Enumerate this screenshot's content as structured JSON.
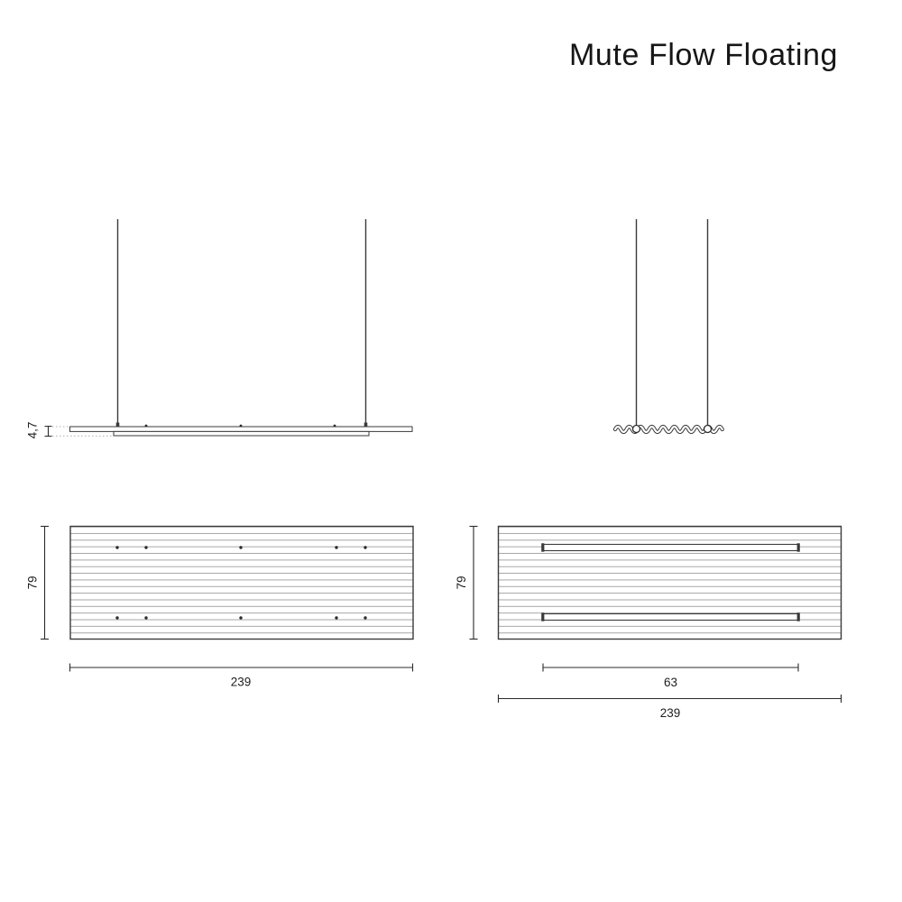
{
  "title": "Mute Flow Floating",
  "colors": {
    "line": "#3a3a3a",
    "stripe": "#9c9c9c",
    "leader": "#b0b0b0",
    "text": "#1d1d1d",
    "background": "#ffffff"
  },
  "views": {
    "side_view": {
      "label": "suspended panel side view",
      "thickness": "4,7"
    },
    "front_view": {
      "label": "suspended panel end view with wave profile"
    },
    "plan_view_left": {
      "label": "panel plan view with mounting points",
      "depth": "79",
      "length": "239"
    },
    "plan_view_right": {
      "label": "panel plan view with slots",
      "depth": "79",
      "slot_length": "63",
      "length": "239"
    }
  }
}
